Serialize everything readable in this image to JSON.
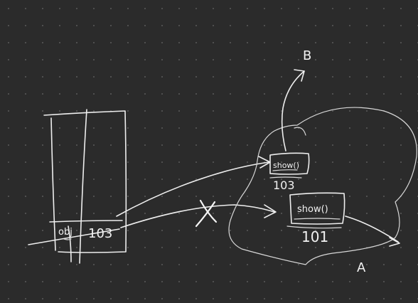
{
  "colors": {
    "background": "#2b2b2b",
    "grid_dot": "#5a5a5a",
    "ink": "#eeeeee"
  },
  "stack": {
    "var_name": "obj",
    "var_value": "103"
  },
  "objects": {
    "new_object": {
      "method_label": "show()",
      "address": "103",
      "class_label": "B"
    },
    "old_object": {
      "method_label": "show()",
      "address": "101",
      "class_label": "A"
    }
  },
  "old_reference_mark": "X"
}
